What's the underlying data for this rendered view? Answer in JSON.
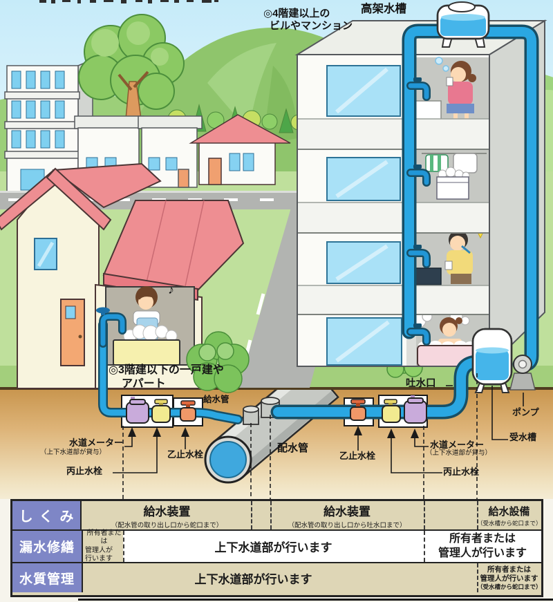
{
  "annotations": {
    "tall_building_note_1": "◎4階建以上の",
    "tall_building_note_2": "ビルやマンション",
    "elevated_tank": "高架水槽",
    "house_note_1": "◎3階建以下の一戸建や",
    "house_note_2": "アパート",
    "supply_pipe": "給水管",
    "distribution_main": "配水管",
    "meter_left": "水道メーター",
    "meter_left_note": "（上下水道部が貸与）",
    "valve_hei_left": "丙止水栓",
    "valve_otsu_left": "乙止水栓",
    "valve_otsu_right": "乙止水栓",
    "meter_right": "水道メーター",
    "meter_right_note": "（上下水道部が貸与）",
    "valve_hei_right": "丙止水栓",
    "spout": "吐水口",
    "pump": "ポンプ",
    "receiving_tank": "受水槽",
    "music_note": "♪"
  },
  "table": {
    "rows": [
      {
        "header": "しくみ"
      },
      {
        "header": "漏水修繕"
      },
      {
        "header": "水質管理"
      }
    ],
    "shikumi_left_title": "給水装置",
    "shikumi_left_note": "（配水管の取り出し口から蛇口まで）",
    "shikumi_mid_title": "給水装置",
    "shikumi_mid_note": "（配水管の取り出し口から吐水口まで）",
    "shikumi_right_title": "給水設備",
    "shikumi_right_note": "（受水槽から蛇口まで）",
    "leak_owner_small_1": "所有者または",
    "leak_owner_small_2": "管理人が",
    "leak_owner_small_3": "行います",
    "leak_dept": "上下水道部が行います",
    "leak_owner_right_1": "所有者または",
    "leak_owner_right_2": "管理人が行います",
    "quality_dept": "上下水道部が行います",
    "quality_owner_1": "所有者または",
    "quality_owner_2": "管理人が行います",
    "quality_owner_3": "（受水槽から蛇口まで）"
  },
  "colors": {
    "pipe_blue": "#2aa7e2",
    "water": "#45b5ea",
    "table_header_purple": "#7e86c6",
    "table_beige": "#ded6b6",
    "roof_pink": "#ee8e92",
    "dirt": "#c9964f",
    "grass": "#bfe09c"
  }
}
